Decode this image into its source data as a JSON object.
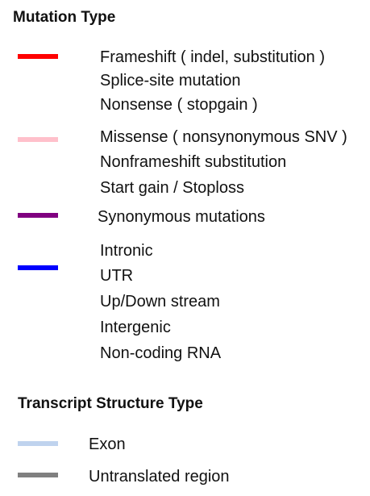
{
  "legend": {
    "mutation_title": "Mutation Type",
    "mutation_groups": [
      {
        "color": "#ff0000",
        "labels": [
          "Frameshift ( indel, substitution )",
          "Splice-site mutation",
          "Nonsense ( stopgain )"
        ]
      },
      {
        "color": "#ffc0cb",
        "labels": [
          "Missense ( nonsynonymous SNV )",
          "Nonframeshift substitution",
          "Start gain / Stoploss"
        ]
      },
      {
        "color": "#800080",
        "labels": [
          "Synonymous mutations"
        ]
      },
      {
        "color": "#0000ff",
        "labels": [
          "Intronic",
          "UTR",
          "Up/Down stream",
          "Intergenic",
          "Non-coding RNA"
        ]
      }
    ],
    "transcript_title": "Transcript Structure Type",
    "transcript_items": [
      {
        "color": "#bfd3ee",
        "label": "Exon"
      },
      {
        "color": "#808080",
        "label": "Untranslated region"
      }
    ]
  }
}
